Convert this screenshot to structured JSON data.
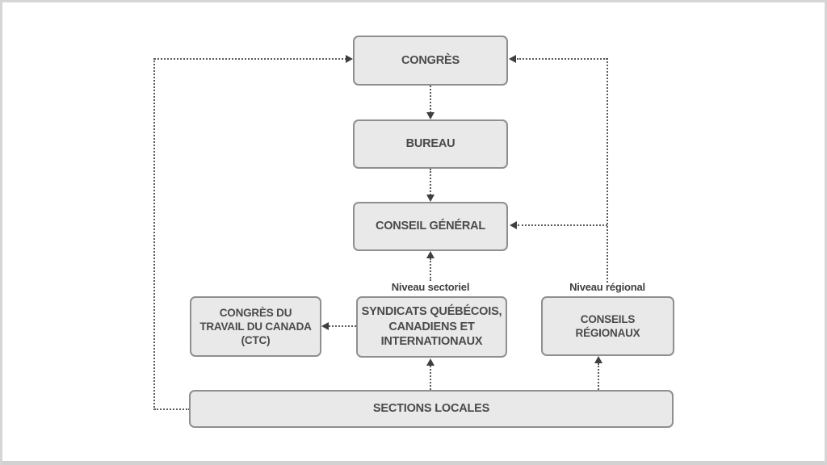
{
  "diagram": {
    "nodes": {
      "congres": "CONGRÈS",
      "bureau": "BUREAU",
      "conseil_general": "CONSEIL GÉNÉRAL",
      "syndicats": "SYNDICATS QUÉBÉCOIS, CANADIENS ET INTERNATIONAUX",
      "ctc": "CONGRÈS DU TRAVAIL DU CANADA (CTC)",
      "conseils_regionaux": "CONSEILS RÉGIONAUX",
      "sections_locales": "SECTIONS LOCALES"
    },
    "annotations": {
      "niveau_sectoriel": "Niveau sectoriel",
      "niveau_regional": "Niveau régional"
    },
    "colors": {
      "node_fill": "#e9e9e9",
      "node_border": "#8f8f8f",
      "node_text": "#4a4a4a",
      "connector": "#5a5a5a",
      "arrowhead": "#3f3f3f",
      "page_edge": "#d5d5d5",
      "background": "#ffffff"
    }
  }
}
